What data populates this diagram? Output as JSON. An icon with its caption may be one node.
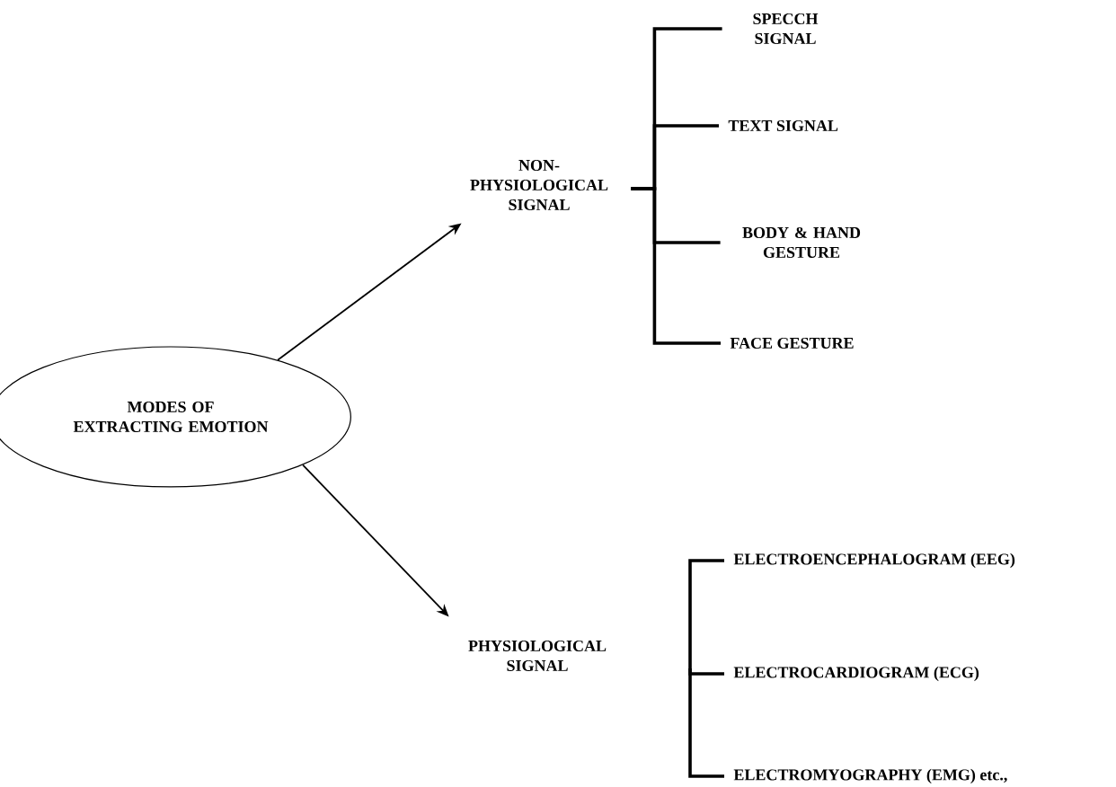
{
  "diagram": {
    "nodes": [
      {
        "text": [
          "MODES OF EXTRACTING EMOTION"
        ]
      },
      {
        "text": [
          "NON-PHYSIOLOGICAL SIGNAL"
        ]
      },
      {
        "text": [
          "PHYSIOLOGICAL SIGNAL"
        ]
      },
      {
        "text": [
          "SPECCH SIGNAL"
        ]
      },
      {
        "text": [
          "TEXT SIGNAL"
        ]
      },
      {
        "text": [
          "BODY & HAND GESTURE"
        ]
      },
      {
        "text": [
          "FACE GESTURE"
        ]
      },
      {
        "text": [
          "ELECTROENCEPHALOGRAM (EEG)"
        ]
      },
      {
        "text": [
          "ELECTROCARDIOGRAM (ECG)"
        ]
      },
      {
        "text": [
          "ELECTROMYOGRAPHY (EMG) etc.,"
        ]
      }
    ],
    "edges": [
      {
        "from": 0,
        "to": 1,
        "arrow": "to"
      },
      {
        "from": 0,
        "to": 2,
        "arrow": "to"
      },
      {
        "from": 1,
        "to": 3,
        "arrow": "none"
      },
      {
        "from": 1,
        "to": 4,
        "arrow": "none"
      },
      {
        "from": 1,
        "to": 5,
        "arrow": "none"
      },
      {
        "from": 1,
        "to": 6,
        "arrow": "none"
      },
      {
        "from": null,
        "to": 7,
        "arrow": "none"
      },
      {
        "from": null,
        "to": 8,
        "arrow": "none"
      },
      {
        "from": null,
        "to": 9,
        "arrow": "none"
      }
    ]
  }
}
